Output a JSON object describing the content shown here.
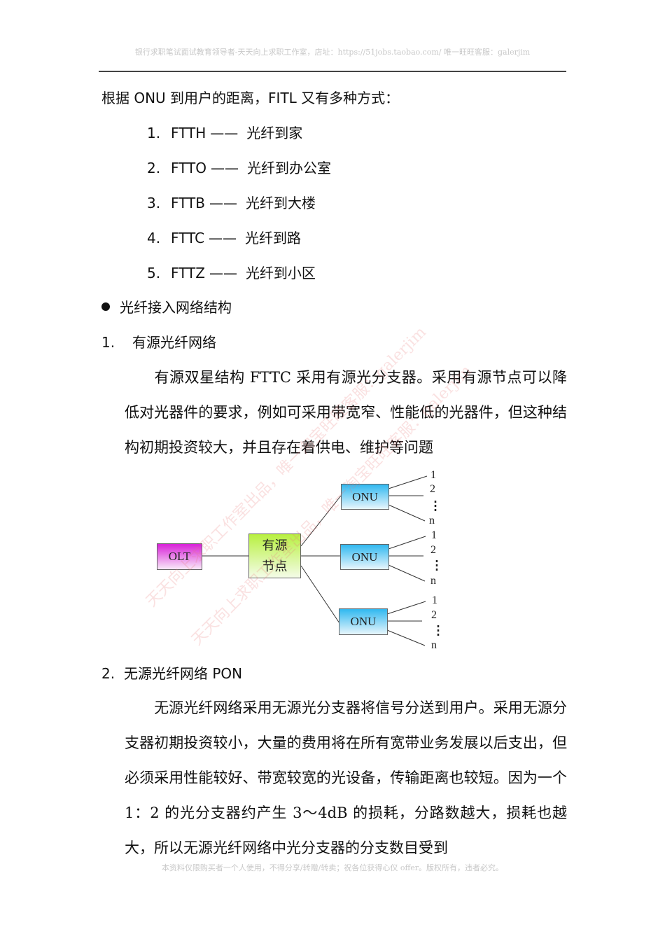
{
  "header": {
    "text": "银行求职笔试面试教育领导者-天天向上求职工作室，店址：https://51jobs.taobao.com/  唯一旺旺客服：galerjim"
  },
  "intro": "根据 ONU 到用户的距离，FITL 又有多种方式：",
  "fitl_modes": [
    {
      "num": "1.",
      "code": "FTTH",
      "dash": "——",
      "desc": "光纤到家"
    },
    {
      "num": "2.",
      "code": "FTTO",
      "dash": "——",
      "desc": "光纤到办公室"
    },
    {
      "num": "3.",
      "code": "FTTB",
      "dash": "——",
      "desc": "光纤到大楼"
    },
    {
      "num": "4.",
      "code": "FTTC",
      "dash": "——",
      "desc": "光纤到路"
    },
    {
      "num": "5.",
      "code": "FTTZ",
      "dash": "——",
      "desc": "光纤到小区"
    }
  ],
  "bullet_heading": "光纤接入网络结构",
  "section1": {
    "num": "1.",
    "title": "有源光纤网络",
    "paragraph": "有源双星结构 FTTC 采用有源光分支器。采用有源节点可以降低对光器件的要求，例如可采用带宽窄、性能低的光器件，但这种结构初期投资较大，并且存在着供电、维护等问题"
  },
  "diagram": {
    "olt_label": "OLT",
    "node_label_line1": "有源",
    "node_label_line2": "节点",
    "onu_label": "ONU",
    "ports": [
      "1",
      "2",
      "n"
    ],
    "colors": {
      "olt": "#d820d8",
      "node": "#b8f040",
      "onu": "#30b8f0"
    }
  },
  "section2": {
    "num": "2.",
    "title": "无源光纤网络 PON",
    "paragraph": "无源光纤网络采用无源光分支器将信号分送到用户。采用无源分支器初期投资较小，大量的费用将在所有宽带业务发展以后支出，但必须采用性能较好、带宽较宽的光设备，传输距离也较短。因为一个 1：2 的光分支器约产生 3～4dB 的损耗，分路数越大，损耗也越大，所以无源光纤网络中光分支器的分支数目受到"
  },
  "footer": {
    "text": "本资料仅限购买者一个人使用，不得分享/转赠/转卖；祝各位获得心仪 offer。版权所有，违者必究。"
  },
  "watermarks": [
    "天天向上求职工作室出品，唯一淘宝旺旺客服：galerjim",
    "天天向上求职工作室出品，唯一淘宝旺旺客服：galerjim"
  ]
}
